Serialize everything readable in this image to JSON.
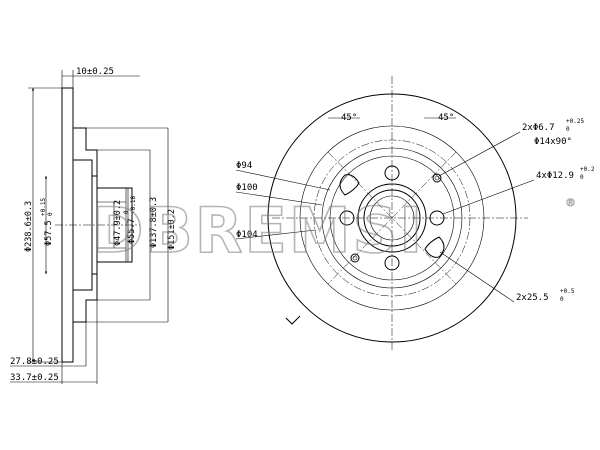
{
  "brand": {
    "watermark": "DBREMSI",
    "registered": "®"
  },
  "side_view": {
    "top_dim": "10±0.25",
    "diameters": [
      {
        "text": "Φ238.6±0.3"
      },
      {
        "text": "Φ57.5",
        "sup_top": "+0.15",
        "sup_bot": "0"
      },
      {
        "text": "Φ47.9±0.2"
      },
      {
        "text": "Φ55.7",
        "sup_top": "0",
        "sup_bot": "-0.18"
      },
      {
        "text": "Φ137.8±0.3"
      },
      {
        "text": "Φ151±0.2"
      }
    ],
    "bottom_dims": [
      "27.8±0.25",
      "33.7±0.25"
    ]
  },
  "front_view": {
    "angle_left": "45°",
    "angle_right": "45°",
    "left_labels": [
      "Φ94",
      "Φ100",
      "Φ104"
    ],
    "holes_a": {
      "text": "2xΦ6.7",
      "sup_top": "+0.25",
      "sup_bot": "0"
    },
    "countersink": "Φ14x90°",
    "holes_b": {
      "text": "4xΦ12.9",
      "sup_top": "+0.2",
      "sup_bot": "0"
    },
    "holes_c": {
      "text": "2x25.5",
      "sup_top": "+0.5",
      "sup_bot": "0"
    }
  }
}
